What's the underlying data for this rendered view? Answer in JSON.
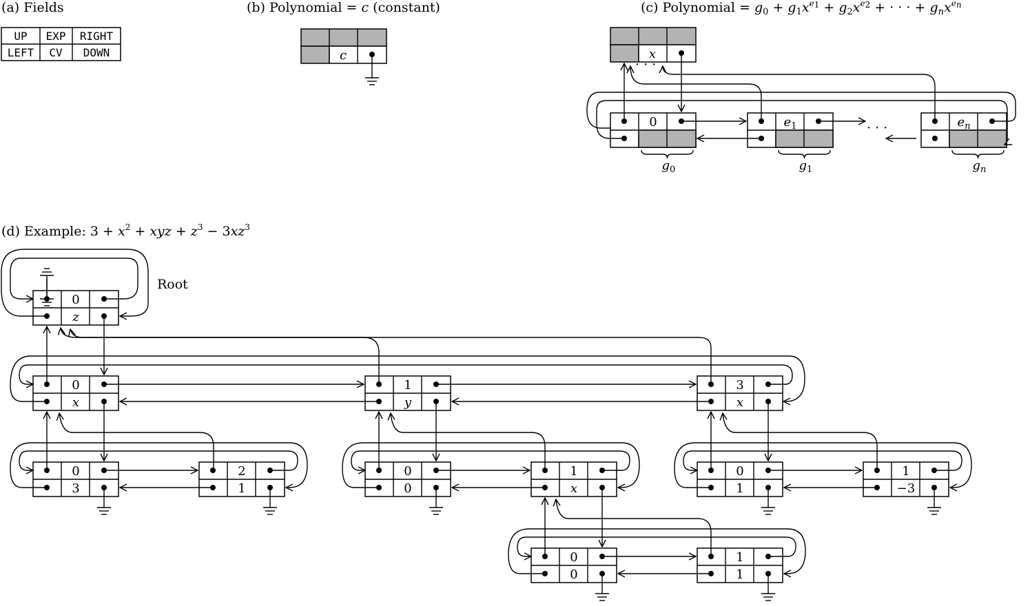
{
  "panels": {
    "a": {
      "label": "(a)  Fields",
      "fields": [
        [
          "UP",
          "EXP",
          "RIGHT"
        ],
        [
          "LEFT",
          "CV",
          "DOWN"
        ]
      ]
    },
    "b": {
      "label_prefix": "(b)  Polynomial",
      "label_eq": " = ",
      "label_var": "c",
      "label_suffix": " (constant)",
      "cell": "c"
    },
    "c": {
      "label_prefix": "(c)  Polynomial",
      "label_formula": "= g0 + g1x^e1 + g2x^e2 + ··· + gnx^en",
      "head_cell": "x",
      "terms": [
        {
          "exp": "0",
          "g": "g",
          "gsub": "0",
          "expsub": ""
        },
        {
          "exp": "e",
          "g": "g",
          "gsub": "1",
          "expsub": "1"
        },
        {
          "exp": "e",
          "g": "g",
          "gsub": "n",
          "expsub": "n"
        }
      ],
      "ellipsis": "· · ·",
      "head_ellipsis": "· · ·"
    },
    "d": {
      "label": "(d)  Example:",
      "formula": "3 + x² + xyz + z³ − 3xz³",
      "root_label": "Root"
    }
  },
  "nodes": [
    {
      "id": "root",
      "exp": "0",
      "cv": "z"
    },
    {
      "id": "x0",
      "exp": "0",
      "cv": "x"
    },
    {
      "id": "y1",
      "exp": "1",
      "cv": "y"
    },
    {
      "id": "x3",
      "exp": "3",
      "cv": "x"
    },
    {
      "id": "c3",
      "exp": "0",
      "cv": "3"
    },
    {
      "id": "c1",
      "exp": "2",
      "cv": "1"
    },
    {
      "id": "c0",
      "exp": "0",
      "cv": "0"
    },
    {
      "id": "xy1",
      "exp": "1",
      "cv": "x"
    },
    {
      "id": "c1b",
      "exp": "0",
      "cv": "1"
    },
    {
      "id": "cm3",
      "exp": "1",
      "cv": "−3"
    },
    {
      "id": "c0b",
      "exp": "0",
      "cv": "0"
    },
    {
      "id": "c1c",
      "exp": "1",
      "cv": "1"
    }
  ]
}
